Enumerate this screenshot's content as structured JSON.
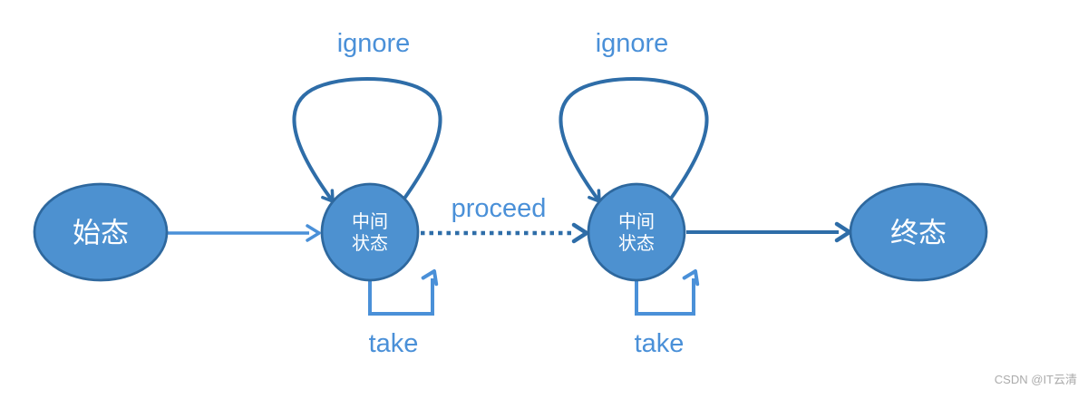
{
  "diagram": {
    "nodes": {
      "start": {
        "label": "始态"
      },
      "mid1": {
        "line1": "中间",
        "line2": "状态"
      },
      "mid2": {
        "line1": "中间",
        "line2": "状态"
      },
      "final": {
        "label": "终态"
      }
    },
    "labels": {
      "ignore1": "ignore",
      "ignore2": "ignore",
      "proceed": "proceed",
      "take1": "take",
      "take2": "take"
    },
    "colors": {
      "node_fill": "#4D91D0",
      "node_border": "#2E689E",
      "edge_light": "#4A90D8",
      "edge_dark": "#2E6DA8",
      "label_text": "#4A90D8",
      "watermark_text": "#ABABAB"
    }
  },
  "watermark": "CSDN @IT云清"
}
